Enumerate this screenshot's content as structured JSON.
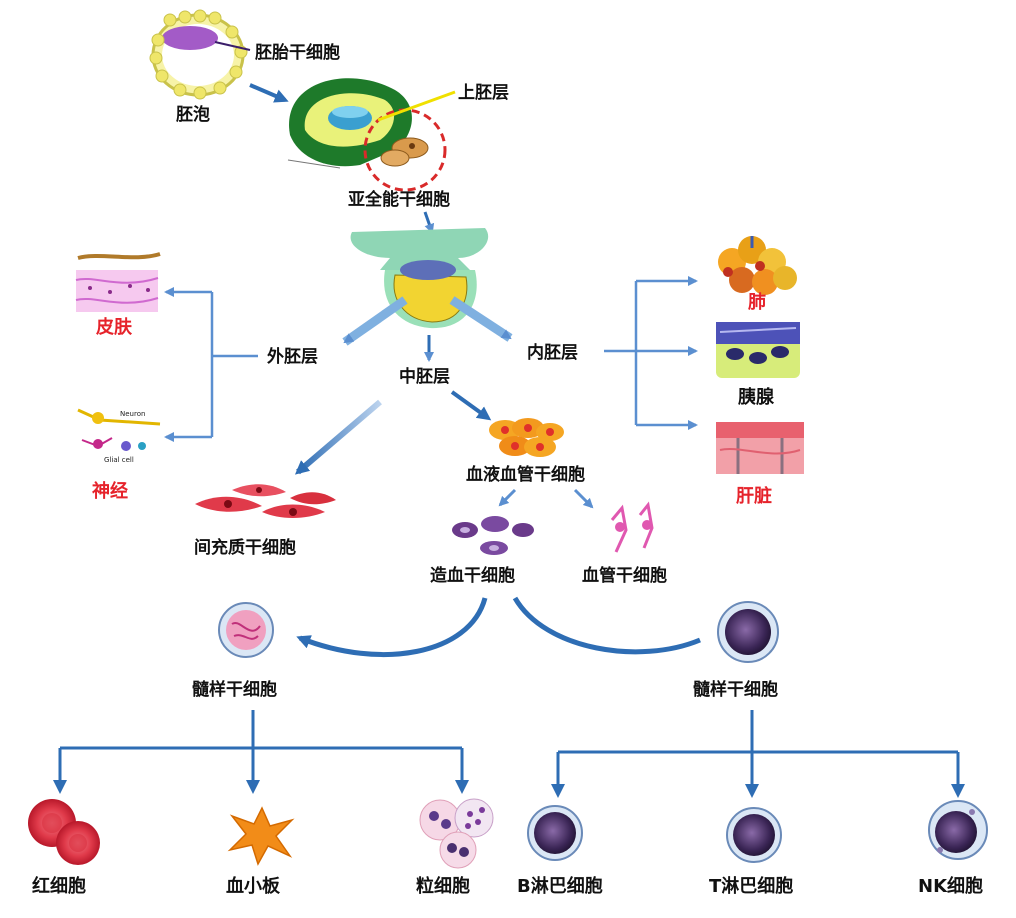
{
  "colors": {
    "arrow_blue": "#2e6db4",
    "line_blue": "#5b8fd0",
    "organ_label_red": "#e6232b",
    "text_dark": "#111111"
  },
  "labels": {
    "blastocyst": "胚泡",
    "embryonic_stem_cell": "胚胎干细胞",
    "epiblast": "上胚层",
    "sub_totipotent": "亚全能干细胞",
    "ectoderm": "外胚层",
    "mesoderm": "中胚层",
    "endoderm": "内胚层",
    "skin": "皮肤",
    "nerve": "神经",
    "neuron": "Neuron",
    "glial": "Glial cell",
    "lung": "肺",
    "pancreas": "胰腺",
    "liver": "肝脏",
    "mesenchymal": "间充质干细胞",
    "hemangioblast": "血液血管干细胞",
    "hematopoietic": "造血干细胞",
    "vascular": "血管干细胞",
    "myeloid_left": "髓样干细胞",
    "myeloid_right": "髓样干细胞",
    "rbc": "红细胞",
    "platelet": "血小板",
    "granulocyte": "粒细胞",
    "b_cell": "B淋巴细胞",
    "t_cell": "T淋巴细胞",
    "nk_cell": "NK细胞"
  }
}
